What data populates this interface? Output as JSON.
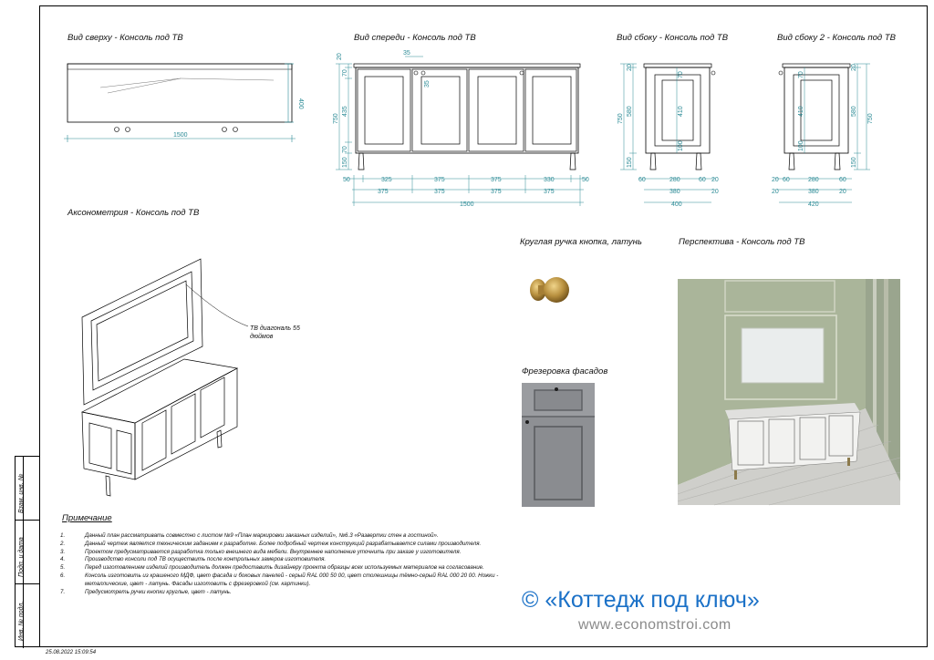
{
  "views": {
    "top": "Вид сверху - Консоль под ТВ",
    "front": "Вид спереди - Консоль под ТВ",
    "side": "Вид сбоку - Консоль под ТВ",
    "side2": "Вид сбоку 2 - Консоль под ТВ",
    "axon": "Аксонометрия - Консоль под ТВ",
    "handle": "Круглая ручка кнопка, латунь",
    "perspective": "Перспектива - Консоль под ТВ",
    "milling": "Фрезеровка фасадов"
  },
  "tv_callout": "ТВ диагональ 55 дюймов",
  "dims": {
    "top": {
      "width": "1500",
      "depth": "400"
    },
    "front": {
      "total": "1500",
      "bottom_row": [
        "375",
        "375",
        "375",
        "375"
      ],
      "leg_row": [
        "50",
        "325",
        "375",
        "375",
        "330",
        "50"
      ],
      "handle_offset": "35",
      "handle_drop": "35",
      "heights": [
        "20",
        "70",
        "435",
        "70",
        "150"
      ],
      "height_total": "750"
    },
    "side": {
      "left": [
        "20",
        "580",
        "150"
      ],
      "total": "750",
      "inner": [
        "70",
        "410",
        "100"
      ],
      "row1": [
        "60",
        "280",
        "60",
        "20"
      ],
      "row2": [
        "380",
        "20"
      ],
      "depth": "400"
    },
    "side2": {
      "inner": [
        "70",
        "410",
        "100"
      ],
      "right": [
        "20",
        "580",
        "150"
      ],
      "total": "750",
      "row1": [
        "20",
        "60",
        "280",
        "60"
      ],
      "row2": [
        "20",
        "380",
        "20"
      ],
      "depth": "420"
    }
  },
  "notes_title": "Примечание",
  "notes": [
    {
      "num": "1.",
      "text": "Данный план рассматривать совместно с листом №9 «План маркировки заказных изделий», №6.3 «Развертки стен в гостиной»."
    },
    {
      "num": "2.",
      "text": "Данный чертеж является техническим заданием к разработке. Более подробный чертеж конструкций разрабатывается силами производителя."
    },
    {
      "num": "3.",
      "text": "Проектом предусматривается разработка только внешнего вида мебели. Внутреннее наполнение уточнить при заказе у изготовителя."
    },
    {
      "num": "4.",
      "text": "Производство консоли под ТВ осуществить после контрольных замеров изготовителя."
    },
    {
      "num": "5.",
      "text": "Перед изготовлением изделий производитель должен предоставить дизайнеру проекта образцы всех используемых материалов на согласование."
    },
    {
      "num": "6.",
      "text": "Консоль изготовить из крашеного МДФ, цвет фасада и боковых панелей - серый RAL 000 50 00, цвет столешницы тёмно-серый RAL 000 20 00. Ножки - металлические, цвет - латунь. Фасады изготовить с фрезеровкой (см. картинки)."
    },
    {
      "num": "7.",
      "text": "Предусмотреть ручки кнопки круглые, цвет - латунь."
    }
  ],
  "stamp": [
    "Взам. инв. №",
    "Подп. и дата",
    "Инв. № подл."
  ],
  "footer_date": "25.08.2022 15:09:54",
  "watermark": {
    "brand": "© «Коттедж под ключ»",
    "url": "www.economstroi.com"
  },
  "colors": {
    "dimension": "#2a8a95",
    "brand": "#1b71c7",
    "url": "#8a8a8a",
    "brass": "#b8903f",
    "wall": "#aab59a"
  }
}
